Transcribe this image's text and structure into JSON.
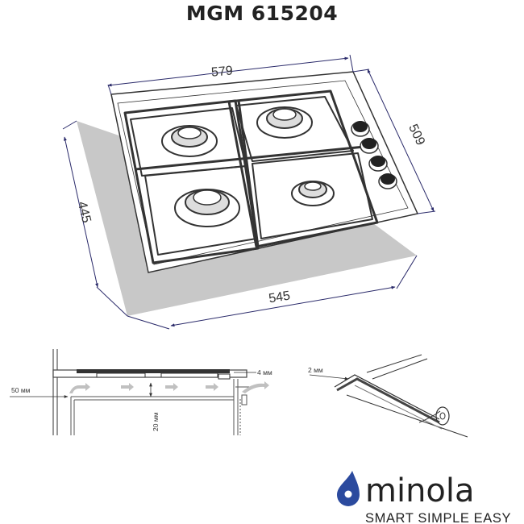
{
  "title": "MGM 615204",
  "dimensions": {
    "top_width": "579",
    "side_depth": "509",
    "cutout_depth": "445",
    "cutout_width": "545"
  },
  "installation": {
    "label_50": "50 мм",
    "label_20": "20 мм",
    "label_4": "4 мм",
    "label_2": "2 мм"
  },
  "brand": {
    "name": "minola",
    "tagline": "SMART SIMPLE EASY",
    "drop_color": "#2b4a9e",
    "text_color": "#222222"
  },
  "colors": {
    "cutout_gray": "#c8c8c8",
    "dimension_line": "#2a2a6a",
    "arrow_gray": "#c0c0c0"
  }
}
